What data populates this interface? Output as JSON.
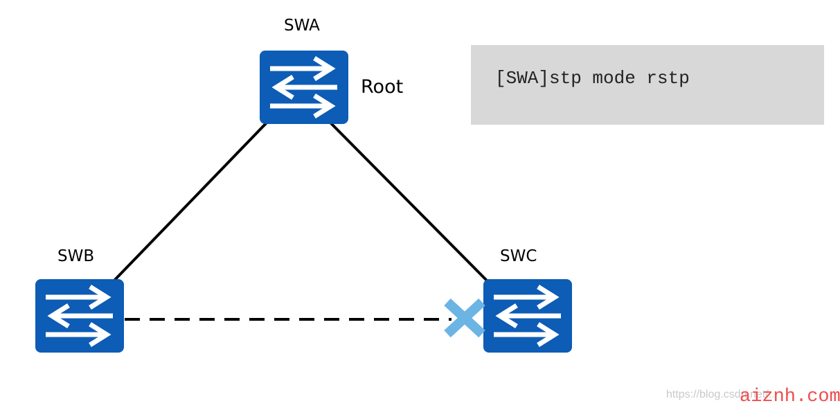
{
  "switches": {
    "swa": {
      "name": "SWA",
      "role": "Root"
    },
    "swb": {
      "name": "SWB"
    },
    "swc": {
      "name": "SWC"
    }
  },
  "links": [
    {
      "from": "SWA",
      "to": "SWB",
      "state": "forwarding"
    },
    {
      "from": "SWA",
      "to": "SWC",
      "state": "forwarding"
    },
    {
      "from": "SWB",
      "to": "SWC",
      "state": "blocked"
    }
  ],
  "blocked_marker": {
    "icon": "blocked-port-x-icon",
    "color": "#6cb4e4"
  },
  "command": {
    "text": "[SWA]stp mode rstp"
  },
  "watermark": {
    "url": "https://blog.csdn.net/...",
    "brand": "aiznh.com"
  },
  "colors": {
    "switch_blue": "#0d5cb6",
    "link": "#000000",
    "code_bg": "#d8d8d8"
  }
}
